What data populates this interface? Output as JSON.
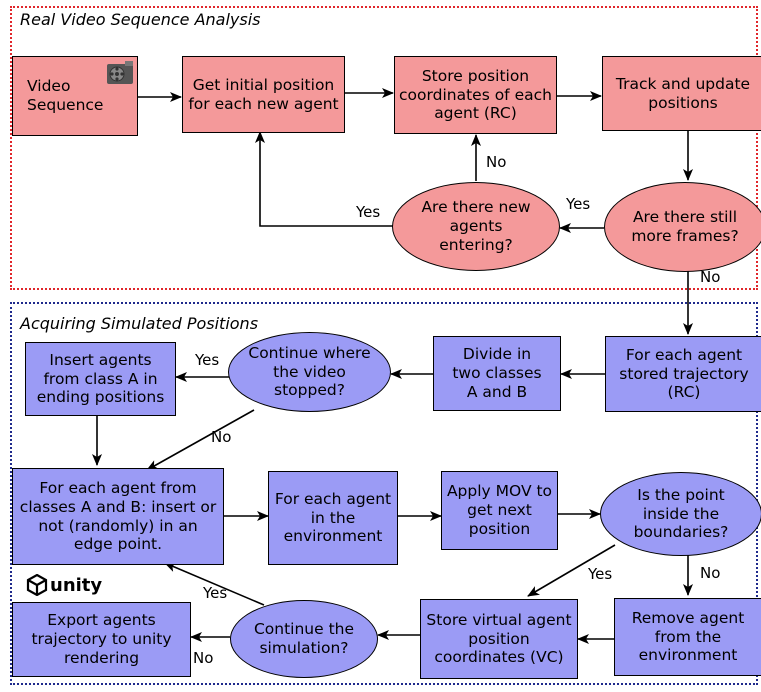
{
  "sections": {
    "top_title": "Real Video Sequence Analysis",
    "bottom_title": "Acquiring Simulated Positions"
  },
  "nodes": {
    "video": "Video Sequence",
    "get_initial": "Get initial position for each new agent",
    "store_rc": "Store position coordinates of each agent (RC)",
    "track": "Track and update positions",
    "more_frames": "Are there still more frames?",
    "new_agents": "Are there new agents entering?",
    "for_each_stored": "For each agent stored trajectory (RC)",
    "divide": "Divide in two classes A and B",
    "continue_video": "Continue where the video stopped?",
    "insert_a": "Insert agents from class A in ending positions",
    "for_each_ab": "For each agent from classes A and B: insert or not (randomly) in an edge point.",
    "for_each_env": "For each agent in the environment",
    "apply_mov": "Apply MOV to get next position",
    "inside": "Is the point inside the boundaries?",
    "remove": "Remove agent from the environment",
    "store_vc": "Store virtual agent position coordinates (VC)",
    "continue_sim": "Continue the simulation?",
    "export": "Export agents trajectory to unity rendering"
  },
  "edge_labels": {
    "no_new_agents": "No",
    "yes_new_agents": "Yes",
    "yes_more_frames": "Yes",
    "no_more_frames": "No",
    "yes_continue_video": "Yes",
    "no_continue_video": "No",
    "no_inside": "No",
    "yes_inside": "Yes",
    "yes_continue_sim": "Yes",
    "no_continue_sim": "No"
  },
  "logo": {
    "text": "unity",
    "icon": "unity-logo-icon"
  },
  "colors": {
    "pink": "#f4999a",
    "blue": "#9b9bf5",
    "top_border": "#e0262b",
    "bottom_border": "#1f2a8c"
  }
}
